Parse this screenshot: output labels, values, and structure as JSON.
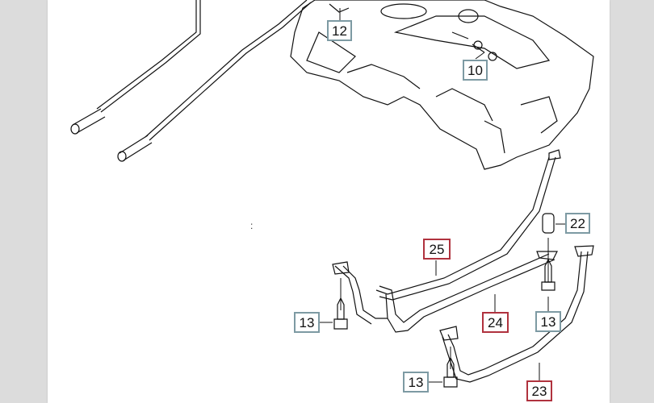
{
  "diagram": {
    "callouts": [
      {
        "id": "c12",
        "label": "12",
        "style": "gray"
      },
      {
        "id": "c10",
        "label": "10",
        "style": "gray"
      },
      {
        "id": "c22",
        "label": "22",
        "style": "gray"
      },
      {
        "id": "c25",
        "label": "25",
        "style": "red"
      },
      {
        "id": "c24",
        "label": "24",
        "style": "red"
      },
      {
        "id": "c13a",
        "label": "13",
        "style": "gray"
      },
      {
        "id": "c13b",
        "label": "13",
        "style": "gray"
      },
      {
        "id": "c13c",
        "label": "13",
        "style": "gray"
      },
      {
        "id": "c23",
        "label": "23",
        "style": "red"
      }
    ],
    "stray_mark": ":",
    "colors": {
      "gray_box": "#7d9aa3",
      "red_box": "#b0323e",
      "margin": "#dcdcdc"
    }
  }
}
